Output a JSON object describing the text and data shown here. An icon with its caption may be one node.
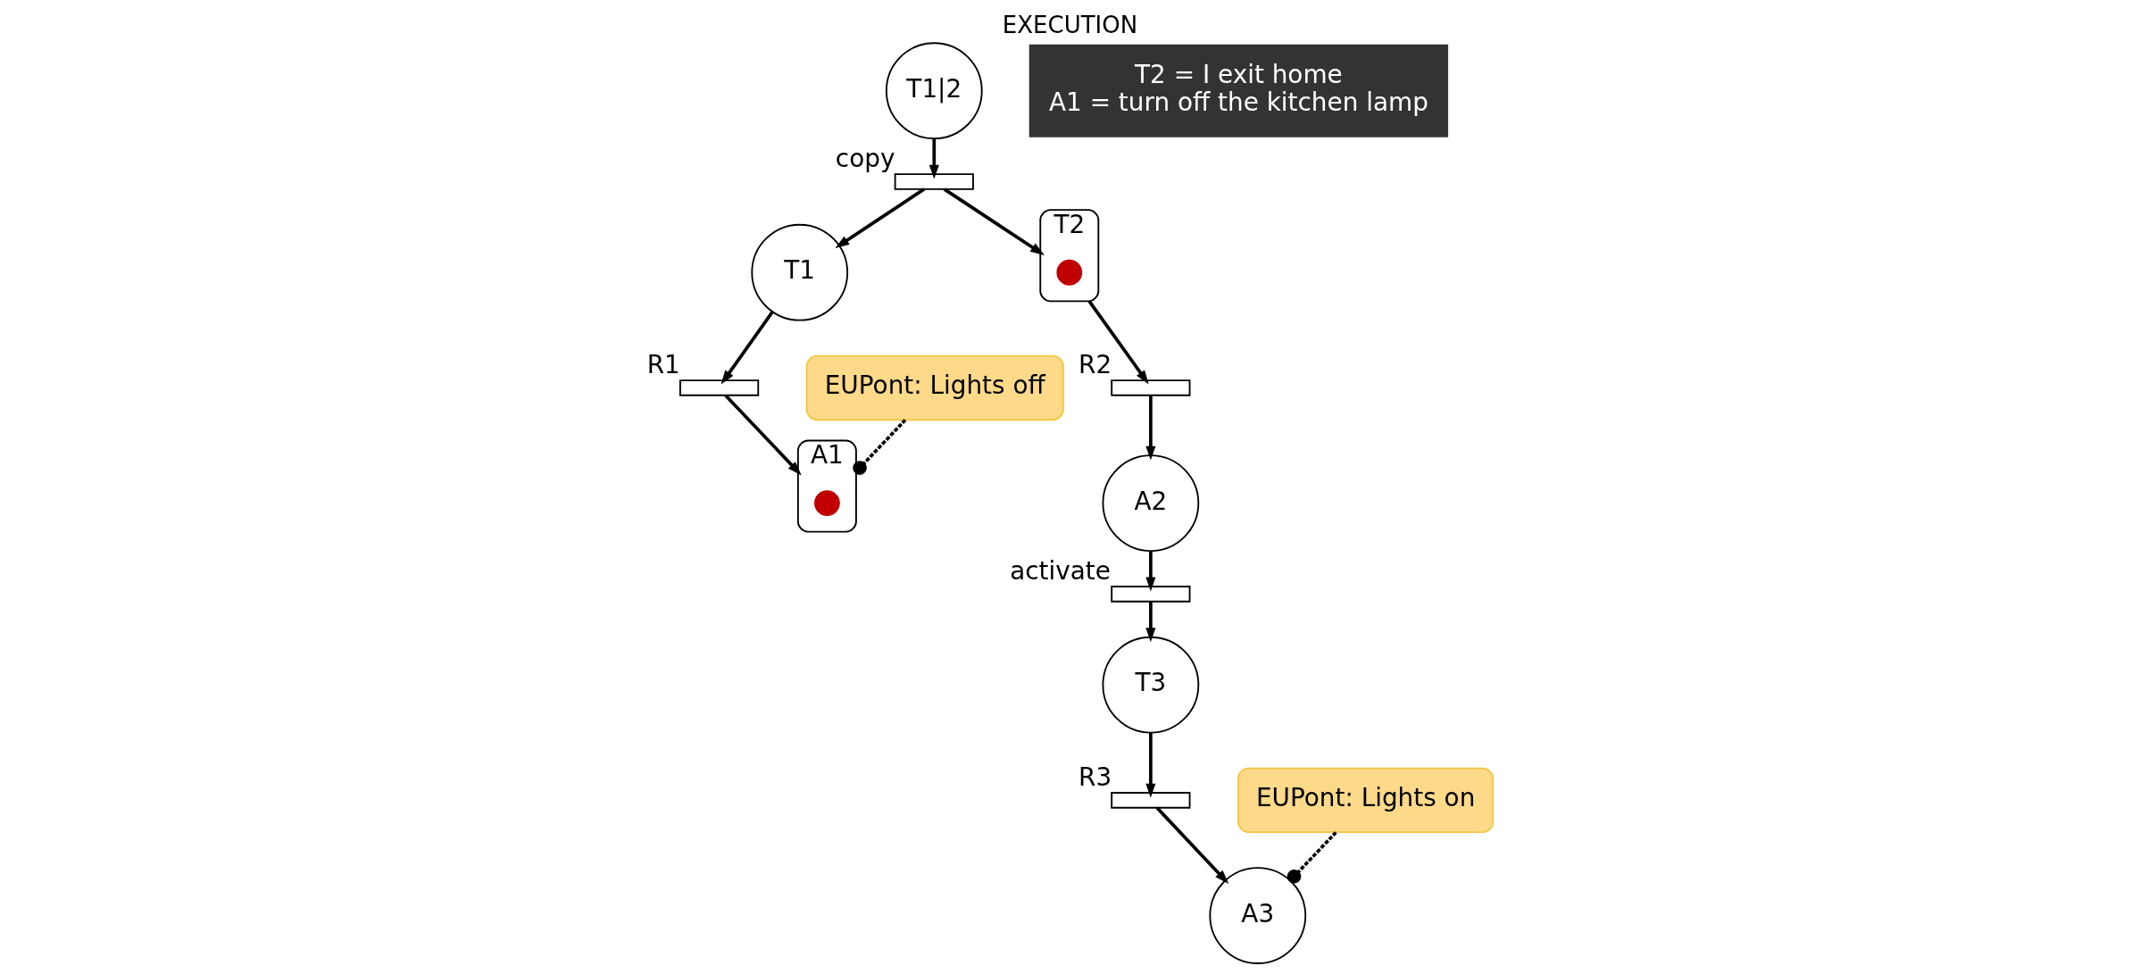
{
  "diagram": {
    "title": "EXECUTION",
    "nodes": [
      {
        "text": [
          "T1|2"
        ]
      },
      {
        "text": [],
        "shape": "bar",
        "beside": [
          "copy"
        ]
      },
      {
        "text": [
          "T1"
        ]
      },
      {
        "text": [
          "T2"
        ]
      },
      {
        "text": [
          "T3"
        ]
      },
      {
        "text": [],
        "shape": "bar",
        "beside": [
          "R1"
        ]
      },
      {
        "text": [],
        "shape": "bar",
        "beside": [
          "R2"
        ]
      },
      {
        "text": [],
        "shape": "bar",
        "beside": [
          "R3"
        ]
      },
      {
        "text": [
          "A1"
        ]
      },
      {
        "text": [
          "A2"
        ]
      },
      {
        "text": [
          "A3"
        ]
      },
      {
        "text": [],
        "shape": "bar",
        "beside": [
          "activate"
        ]
      },
      {
        "text": [
          "EUPont: Lights off"
        ]
      },
      {
        "text": [
          "EUPont: Lights on"
        ]
      },
      {
        "text": [
          "T2 = I exit home",
          "A1 = turn off the kitchen lamp"
        ]
      },
      {
        "text": [],
        "shape": "circle",
        "in": 3
      },
      {
        "text": [],
        "shape": "circle",
        "in": 8
      }
    ],
    "edges": [
      {
        "from": 0,
        "to": 1,
        "arrow": "to"
      },
      {
        "from": 1,
        "to": 2,
        "arrow": "to"
      },
      {
        "from": 1,
        "to": 3,
        "arrow": "to"
      },
      {
        "from": 2,
        "to": 5,
        "arrow": "to"
      },
      {
        "from": 5,
        "to": 8,
        "arrow": "to"
      },
      {
        "from": 3,
        "to": 6,
        "arrow": "to"
      },
      {
        "from": 6,
        "to": 9,
        "arrow": "to"
      },
      {
        "from": 4,
        "to": 7,
        "arrow": "to"
      },
      {
        "from": 7,
        "to": 10,
        "arrow": "to"
      },
      {
        "from": 9,
        "to": 11,
        "arrow": "to"
      },
      {
        "from": 11,
        "to": 4,
        "arrow": "to"
      },
      {
        "from": 12,
        "to": 8,
        "arrow": "other",
        "style": "dashed"
      },
      {
        "from": 13,
        "to": 10,
        "arrow": "other",
        "style": "dashed"
      }
    ]
  }
}
